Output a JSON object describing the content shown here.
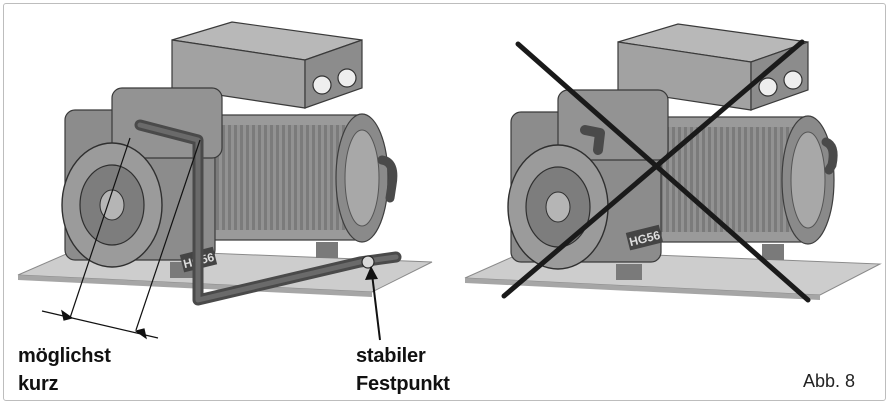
{
  "labels": {
    "short_line1": "möglichst",
    "short_line2": "kurz",
    "fixed_line1": "stabiler",
    "fixed_line2": "Festpunkt"
  },
  "compressor_badge": "HG56",
  "figure_label": "Abb. 8"
}
